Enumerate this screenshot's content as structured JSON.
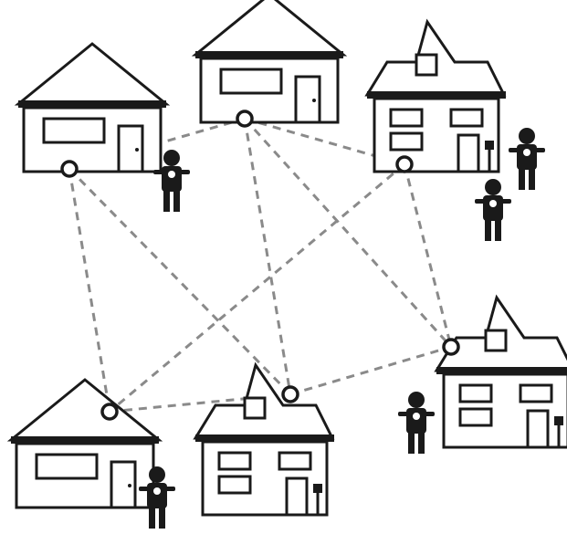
{
  "colors": {
    "ink": "#1a1a1a",
    "link": "#8a8a8a",
    "background": "#ffffff"
  },
  "diagram": {
    "houses": [
      {
        "id": "house-1",
        "style": "bungalow"
      },
      {
        "id": "house-2",
        "style": "bungalow"
      },
      {
        "id": "house-3",
        "style": "two-story-gabled"
      },
      {
        "id": "house-4",
        "style": "two-story-gabled"
      },
      {
        "id": "house-5",
        "style": "bungalow"
      },
      {
        "id": "house-6",
        "style": "two-story-gabled"
      }
    ],
    "links": [
      [
        "house-1",
        "house-2"
      ],
      [
        "house-1",
        "house-5"
      ],
      [
        "house-1",
        "house-6"
      ],
      [
        "house-2",
        "house-3"
      ],
      [
        "house-2",
        "house-6"
      ],
      [
        "house-2",
        "house-4"
      ],
      [
        "house-3",
        "house-5"
      ],
      [
        "house-3",
        "house-4"
      ],
      [
        "house-5",
        "house-6"
      ],
      [
        "house-6",
        "house-4"
      ]
    ],
    "people_count": 5,
    "icon_names": [
      "house-icon",
      "network-node-icon",
      "person-icon",
      "mailbox-icon"
    ]
  }
}
